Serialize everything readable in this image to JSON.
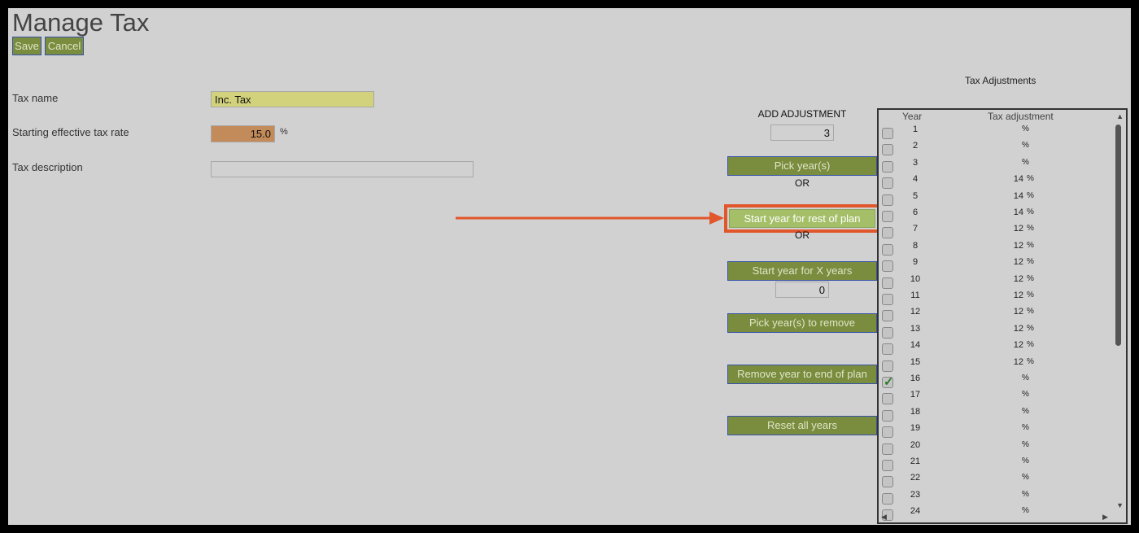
{
  "page": {
    "title": "Manage Tax",
    "save_label": "Save",
    "cancel_label": "Cancel"
  },
  "form": {
    "tax_name_label": "Tax name",
    "tax_name_value": "Inc. Tax",
    "rate_label": "Starting effective tax rate",
    "rate_value": "15.0",
    "rate_unit": "%",
    "description_label": "Tax description",
    "description_value": ""
  },
  "adjust": {
    "heading": "ADD ADJUSTMENT",
    "amount": "3",
    "pick_years": "Pick year(s)",
    "or1": "OR",
    "start_rest": "Start year for rest of plan",
    "or2": "OR",
    "start_x": "Start year for X years",
    "x_years": "0",
    "pick_remove": "Pick year(s) to remove",
    "remove_end": "Remove year to end of plan",
    "reset_all": "Reset all years"
  },
  "table": {
    "title": "Tax Adjustments",
    "col_year": "Year",
    "col_adj": "Tax adjustment",
    "rows": [
      {
        "year": "1",
        "value": "",
        "unit": "%",
        "checked": false
      },
      {
        "year": "2",
        "value": "",
        "unit": "%",
        "checked": false
      },
      {
        "year": "3",
        "value": "",
        "unit": "%",
        "checked": false
      },
      {
        "year": "4",
        "value": "14",
        "unit": "%",
        "checked": false
      },
      {
        "year": "5",
        "value": "14",
        "unit": "%",
        "checked": false
      },
      {
        "year": "6",
        "value": "14",
        "unit": "%",
        "checked": false
      },
      {
        "year": "7",
        "value": "12",
        "unit": "%",
        "checked": false
      },
      {
        "year": "8",
        "value": "12",
        "unit": "%",
        "checked": false
      },
      {
        "year": "9",
        "value": "12",
        "unit": "%",
        "checked": false
      },
      {
        "year": "10",
        "value": "12",
        "unit": "%",
        "checked": false
      },
      {
        "year": "11",
        "value": "12",
        "unit": "%",
        "checked": false
      },
      {
        "year": "12",
        "value": "12",
        "unit": "%",
        "checked": false
      },
      {
        "year": "13",
        "value": "12",
        "unit": "%",
        "checked": false
      },
      {
        "year": "14",
        "value": "12",
        "unit": "%",
        "checked": false
      },
      {
        "year": "15",
        "value": "12",
        "unit": "%",
        "checked": false
      },
      {
        "year": "16",
        "value": "",
        "unit": "%",
        "checked": true
      },
      {
        "year": "17",
        "value": "",
        "unit": "%",
        "checked": false
      },
      {
        "year": "18",
        "value": "",
        "unit": "%",
        "checked": false
      },
      {
        "year": "19",
        "value": "",
        "unit": "%",
        "checked": false
      },
      {
        "year": "20",
        "value": "",
        "unit": "%",
        "checked": false
      },
      {
        "year": "21",
        "value": "",
        "unit": "%",
        "checked": false
      },
      {
        "year": "22",
        "value": "",
        "unit": "%",
        "checked": false
      },
      {
        "year": "23",
        "value": "",
        "unit": "%",
        "checked": false
      },
      {
        "year": "24",
        "value": "",
        "unit": "%",
        "checked": false
      }
    ]
  },
  "colors": {
    "button": "#7a8c3e",
    "highlight": "#e2562c",
    "name_field": "#d3d27c",
    "rate_field": "#c48b5a"
  }
}
